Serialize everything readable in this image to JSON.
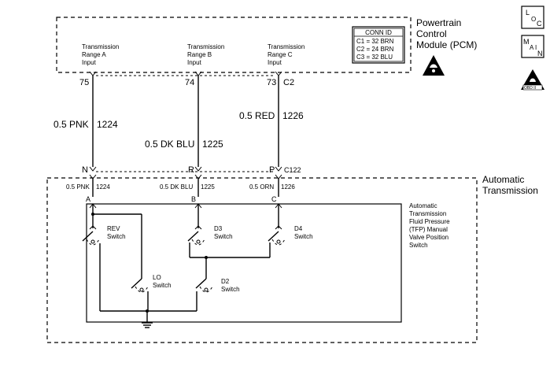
{
  "pcm": {
    "title_lines": [
      "Powertrain",
      "Control",
      "Module (PCM)"
    ],
    "conn_id": {
      "header": "CONN ID",
      "rows": [
        "C1 = 32 BRN",
        "C2 = 24 BRN",
        "C3 = 32 BLU"
      ]
    },
    "inputs": [
      {
        "lines": [
          "Transmission",
          "Range A",
          "Input"
        ],
        "pin": "75"
      },
      {
        "lines": [
          "Transmission",
          "Range B",
          "Input"
        ],
        "pin": "74"
      },
      {
        "lines": [
          "Transmission",
          "Range C",
          "Input"
        ],
        "pin": "73"
      }
    ],
    "connector": "C2"
  },
  "wires": [
    {
      "label": "0.5 PNK",
      "circuit": "1224"
    },
    {
      "label": "0.5 DK BLU",
      "circuit": "1225"
    },
    {
      "label": "0.5 RED",
      "circuit": "1226"
    }
  ],
  "harness_connector": {
    "pins": [
      "N",
      "R",
      "P"
    ],
    "name": "C122"
  },
  "trans_wires": [
    {
      "label": "0.5 PNK",
      "circuit": "1224",
      "terminal": "A"
    },
    {
      "label": "0.5 DK BLU",
      "circuit": "1225",
      "terminal": "B"
    },
    {
      "label": "0.5 ORN",
      "circuit": "1226",
      "terminal": "C"
    }
  ],
  "automatic_transmission": {
    "title_lines": [
      "Automatic",
      "Transmission"
    ]
  },
  "tfp": {
    "lines": [
      "Automatic",
      "Transmission",
      "Fluid Pressure",
      "(TFP) Manual",
      "Valve Position",
      "Switch"
    ]
  },
  "switches": {
    "rev": [
      "REV",
      "Switch"
    ],
    "d3": [
      "D3",
      "Switch"
    ],
    "d4": [
      "D4",
      "Switch"
    ],
    "lo": [
      "LO",
      "Switch"
    ],
    "d2": [
      "D2",
      "Switch"
    ]
  },
  "side_icons": {
    "loc": [
      "L",
      "O",
      "C"
    ],
    "main": [
      "M",
      "A",
      "I",
      "N"
    ],
    "esd_caption": "OBD II"
  }
}
